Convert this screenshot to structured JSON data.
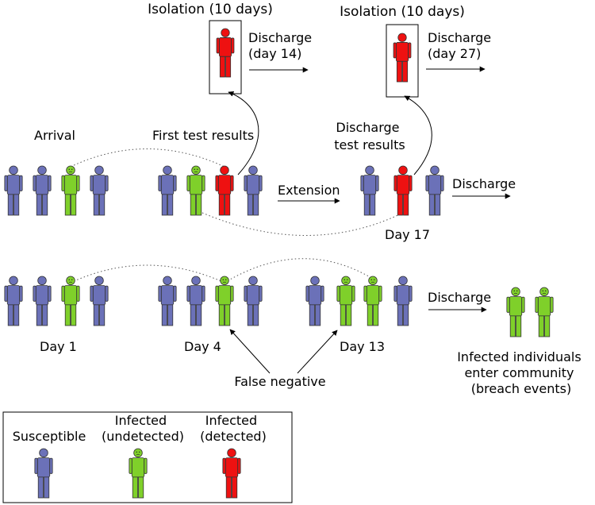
{
  "colors": {
    "susceptible": "#6b71b8",
    "infected_undetected": "#7fd02a",
    "infected_detected": "#ee1111",
    "outline": "#333333"
  },
  "isolation_1": {
    "title": "Isolation (10 days)",
    "discharge": [
      "Discharge",
      "(day 14)"
    ]
  },
  "isolation_2": {
    "title": "Isolation (10 days)",
    "discharge": [
      "Discharge",
      "(day 27)"
    ]
  },
  "row1": {
    "arrival_label": "Arrival",
    "first_test_label": "First test results",
    "discharge_test_label": [
      "Discharge",
      "test results"
    ],
    "extension_label": "Extension",
    "discharge_label": "Discharge",
    "day17_label": "Day 17"
  },
  "row2": {
    "day1_label": "Day 1",
    "day4_label": "Day 4",
    "day13_label": "Day 13",
    "discharge_label": "Discharge",
    "false_negative_label": "False negative",
    "community_label": [
      "Infected individuals",
      "enter community",
      "(breach events)"
    ]
  },
  "legend": {
    "susceptible": [
      "Susceptible"
    ],
    "infected_undetected": [
      "Infected",
      "(undetected)"
    ],
    "infected_detected": [
      "Infected",
      "(detected)"
    ]
  }
}
